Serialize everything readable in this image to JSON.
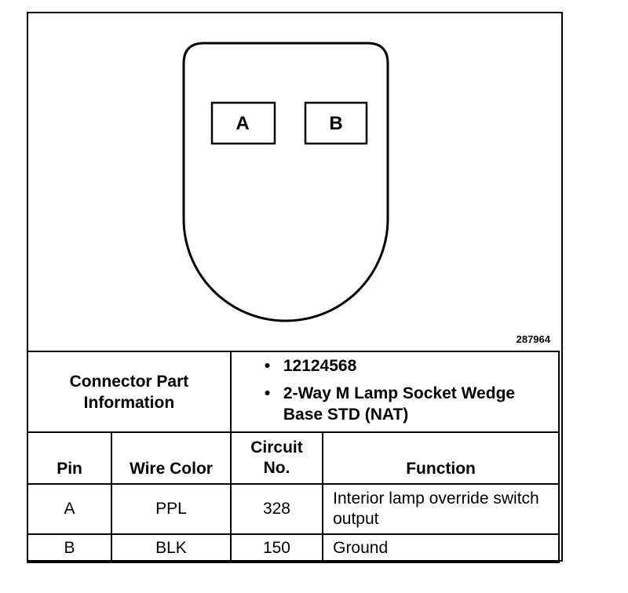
{
  "diagram": {
    "pin_a": "A",
    "pin_b": "B",
    "figure_number": "287964"
  },
  "connector_part": {
    "label": "Connector Part Information",
    "items": [
      "12124568",
      "2-Way M Lamp Socket Wedge Base STD (NAT)"
    ]
  },
  "table": {
    "headers": {
      "pin": "Pin",
      "wire_color": "Wire Color",
      "circuit_line1": "Circuit",
      "circuit_line2": "No.",
      "function": "Function"
    },
    "rows": [
      {
        "pin": "A",
        "wire_color": "PPL",
        "circuit": "328",
        "function": "Interior lamp override switch output"
      },
      {
        "pin": "B",
        "wire_color": "BLK",
        "circuit": "150",
        "function": "Ground"
      }
    ]
  }
}
